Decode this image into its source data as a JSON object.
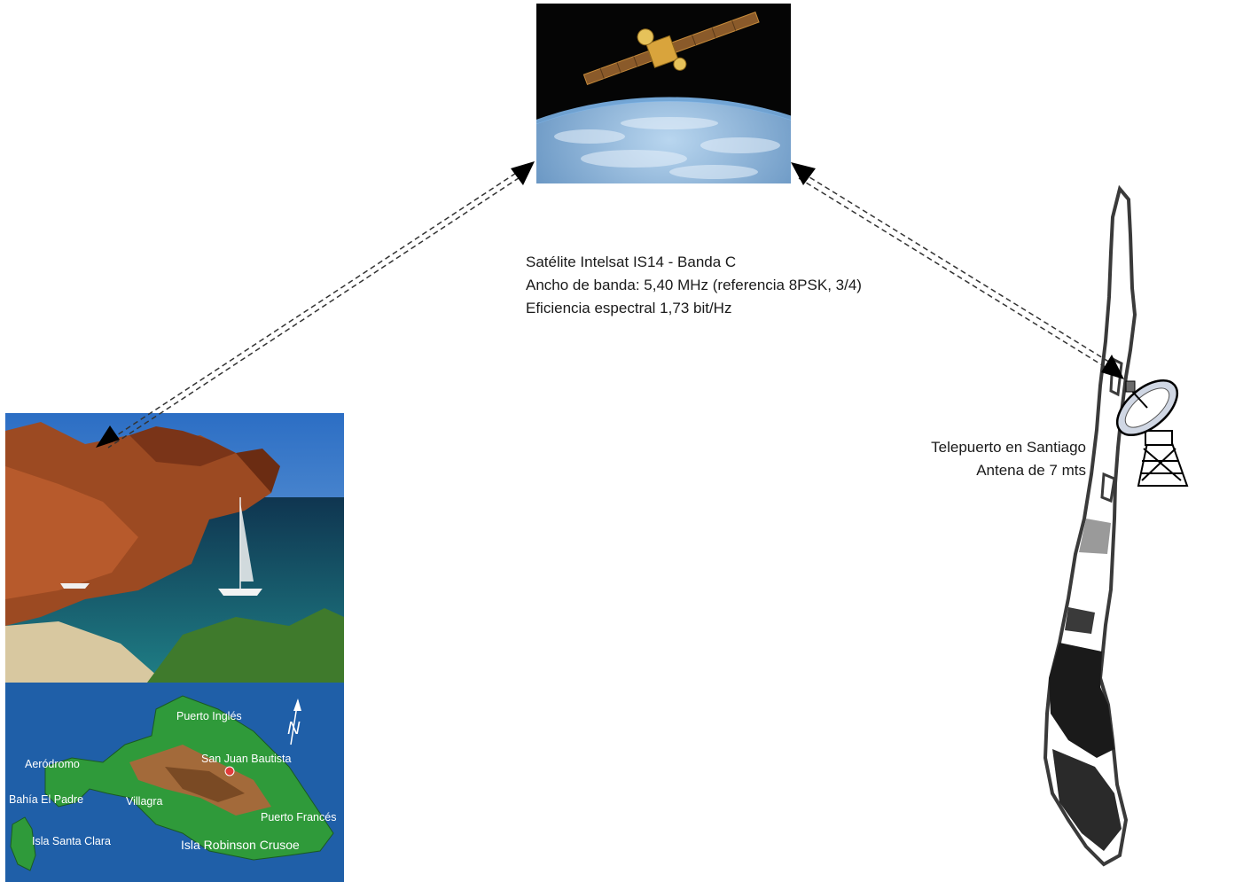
{
  "satellite_info": {
    "line1": "Satélite Intelsat IS14 - Banda C",
    "line2": "Ancho de banda: 5,40 MHz (referencia 8PSK, 3/4)",
    "line3": "Eficiencia espectral 1,73 bit/Hz"
  },
  "teleport_info": {
    "line1": "Telepuerto en Santiago",
    "line2": "Antena de 7 mts"
  },
  "island_map": {
    "labels": {
      "puerto_ingles": "Puerto Inglés",
      "aerodromo": "Aeródromo",
      "san_juan": "San Juan Bautista",
      "bahia": "Bahía El Padre",
      "villagra": "Villagra",
      "puerto_frances": "Puerto Francés",
      "santa_clara": "Isla Santa Clara",
      "robinson": "Isla Robinson Crusoe"
    }
  },
  "colors": {
    "sea": "#1f5fa8",
    "land": "#2f9a3a",
    "space": "#050505",
    "link_line": "#333333"
  },
  "icons": [
    "satellite-icon",
    "satellite-dish-icon",
    "north-arrow-icon"
  ]
}
